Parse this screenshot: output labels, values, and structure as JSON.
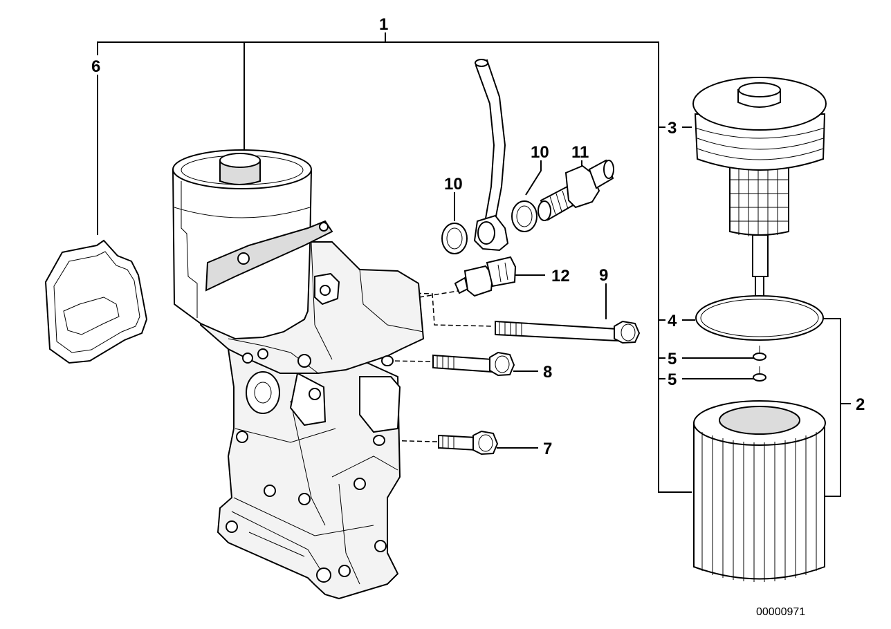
{
  "callouts": {
    "c1": "1",
    "c2": "2",
    "c3": "3",
    "c4": "4",
    "c5a": "5",
    "c5b": "5",
    "c6": "6",
    "c7": "7",
    "c8": "8",
    "c9": "9",
    "c10a": "10",
    "c10b": "10",
    "c11": "11",
    "c12": "12"
  },
  "document_number": "00000971"
}
